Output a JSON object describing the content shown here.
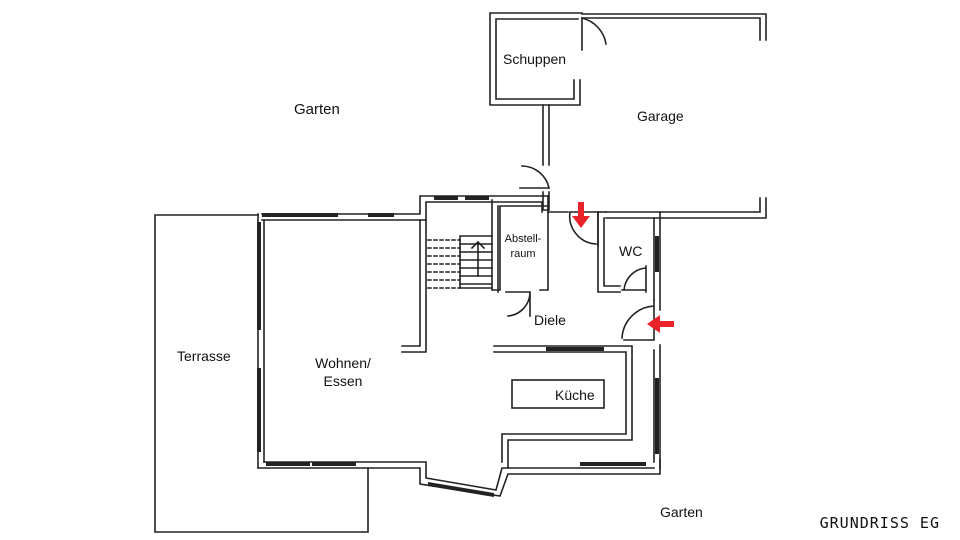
{
  "rooms": {
    "garten_north": "Garten",
    "schuppen": "Schuppen",
    "garage": "Garage",
    "abstellraum_line1": "Abstell-",
    "abstellraum_line2": "raum",
    "wc": "WC",
    "diele": "Diele",
    "terrasse": "Terrasse",
    "wohnen_line1": "Wohnen/",
    "wohnen_line2": "Essen",
    "kueche": "Küche",
    "garten_south": "Garten"
  },
  "title": "GRUNDRISS EG",
  "colors": {
    "wall": "#222222",
    "window": "#222222",
    "entrance_arrow": "#e8232a",
    "background": "#ffffff"
  }
}
